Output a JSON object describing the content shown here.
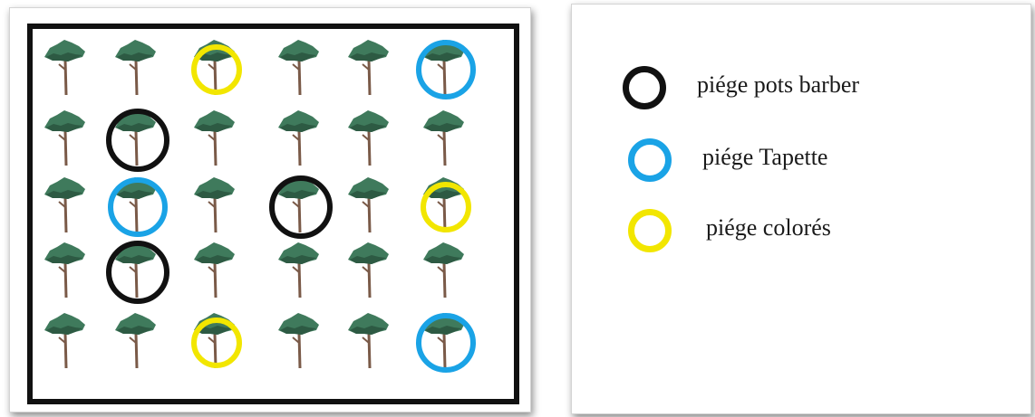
{
  "colors": {
    "barber": "#111111",
    "tapette": "#1aa3e6",
    "colored": "#f2e600",
    "canopy": "#3f7a5c",
    "canopy_dark": "#2d5a43",
    "trunk": "#7a5a48"
  },
  "field": {
    "rows": 5,
    "cols": 6,
    "traps": [
      {
        "type": "colored",
        "row": 0,
        "col": 2
      },
      {
        "type": "tapette",
        "row": 0,
        "col": 5
      },
      {
        "type": "barber",
        "row": 1,
        "col": 1
      },
      {
        "type": "tapette",
        "row": 2,
        "col": 1
      },
      {
        "type": "barber",
        "row": 2,
        "col": 3
      },
      {
        "type": "colored",
        "row": 2,
        "col": 5
      },
      {
        "type": "barber",
        "row": 3,
        "col": 1
      },
      {
        "type": "colored",
        "row": 4,
        "col": 2
      },
      {
        "type": "tapette",
        "row": 4,
        "col": 5
      }
    ]
  },
  "legend": {
    "items": [
      {
        "type": "barber",
        "label": "piége pots barber"
      },
      {
        "type": "tapette",
        "label": "piége Tapette"
      },
      {
        "type": "colored",
        "label": "piége colorés"
      }
    ]
  }
}
